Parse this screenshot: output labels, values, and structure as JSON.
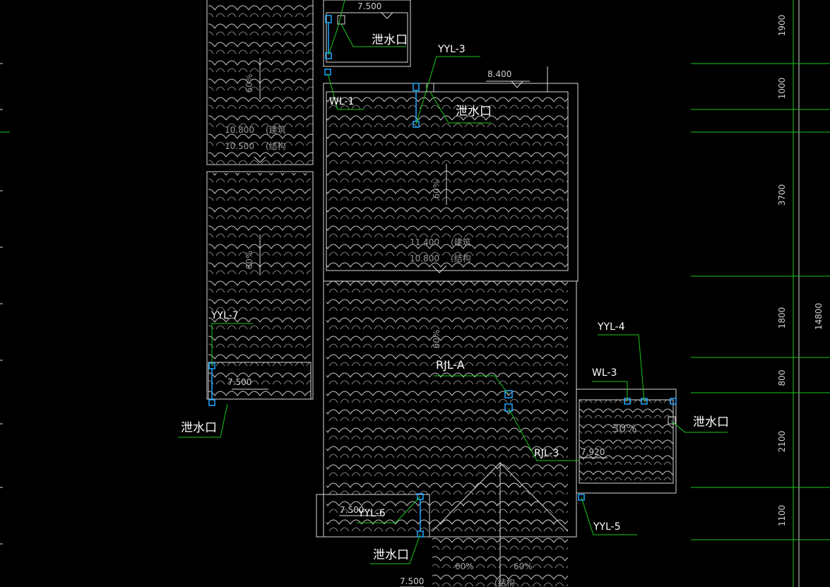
{
  "colors": {
    "background": "#000000",
    "outline": "#d8d8d8",
    "leader": "#18c81a",
    "pipe": "#20a8ff",
    "text": "#ffffff"
  },
  "pipes": {
    "yyl3": "YYL-3",
    "wl1": "WL-1",
    "yyl7": "YYL-7",
    "yyl4": "YYL-4",
    "wl3": "WL-3",
    "rjla": "RJL-A",
    "rjl3": "RJL-3",
    "yyl6": "YYL-6",
    "yyl5": "YYL-5"
  },
  "outlets": {
    "label": "泄水口"
  },
  "levels": {
    "top": "7.500",
    "middle": "8.400",
    "left_low": "7.500",
    "bottom_left": "7.500",
    "bottom": "7.500",
    "right": "7.920"
  },
  "elevation_notes": {
    "left_arch": "10.800",
    "left_arch_tag": "(建筑",
    "left_struct": "10.500",
    "left_struct_tag": "(结构",
    "center_arch": "11.400",
    "center_arch_tag": "(建筑",
    "center_struct": "10.800",
    "center_struct_tag": "(结构",
    "bottom_struct_tag": "(结构"
  },
  "slopes": {
    "s1": "60%",
    "s2": "60%",
    "s3": "60%",
    "s4": "60%",
    "s5": "30%",
    "s6": "60%",
    "s7": "60%"
  },
  "dimensions": {
    "d1": "1900",
    "d2": "1000",
    "d3": "3700",
    "d4": "1800",
    "d5": "800",
    "d6": "2100",
    "d7": "1100",
    "total": "14800"
  }
}
